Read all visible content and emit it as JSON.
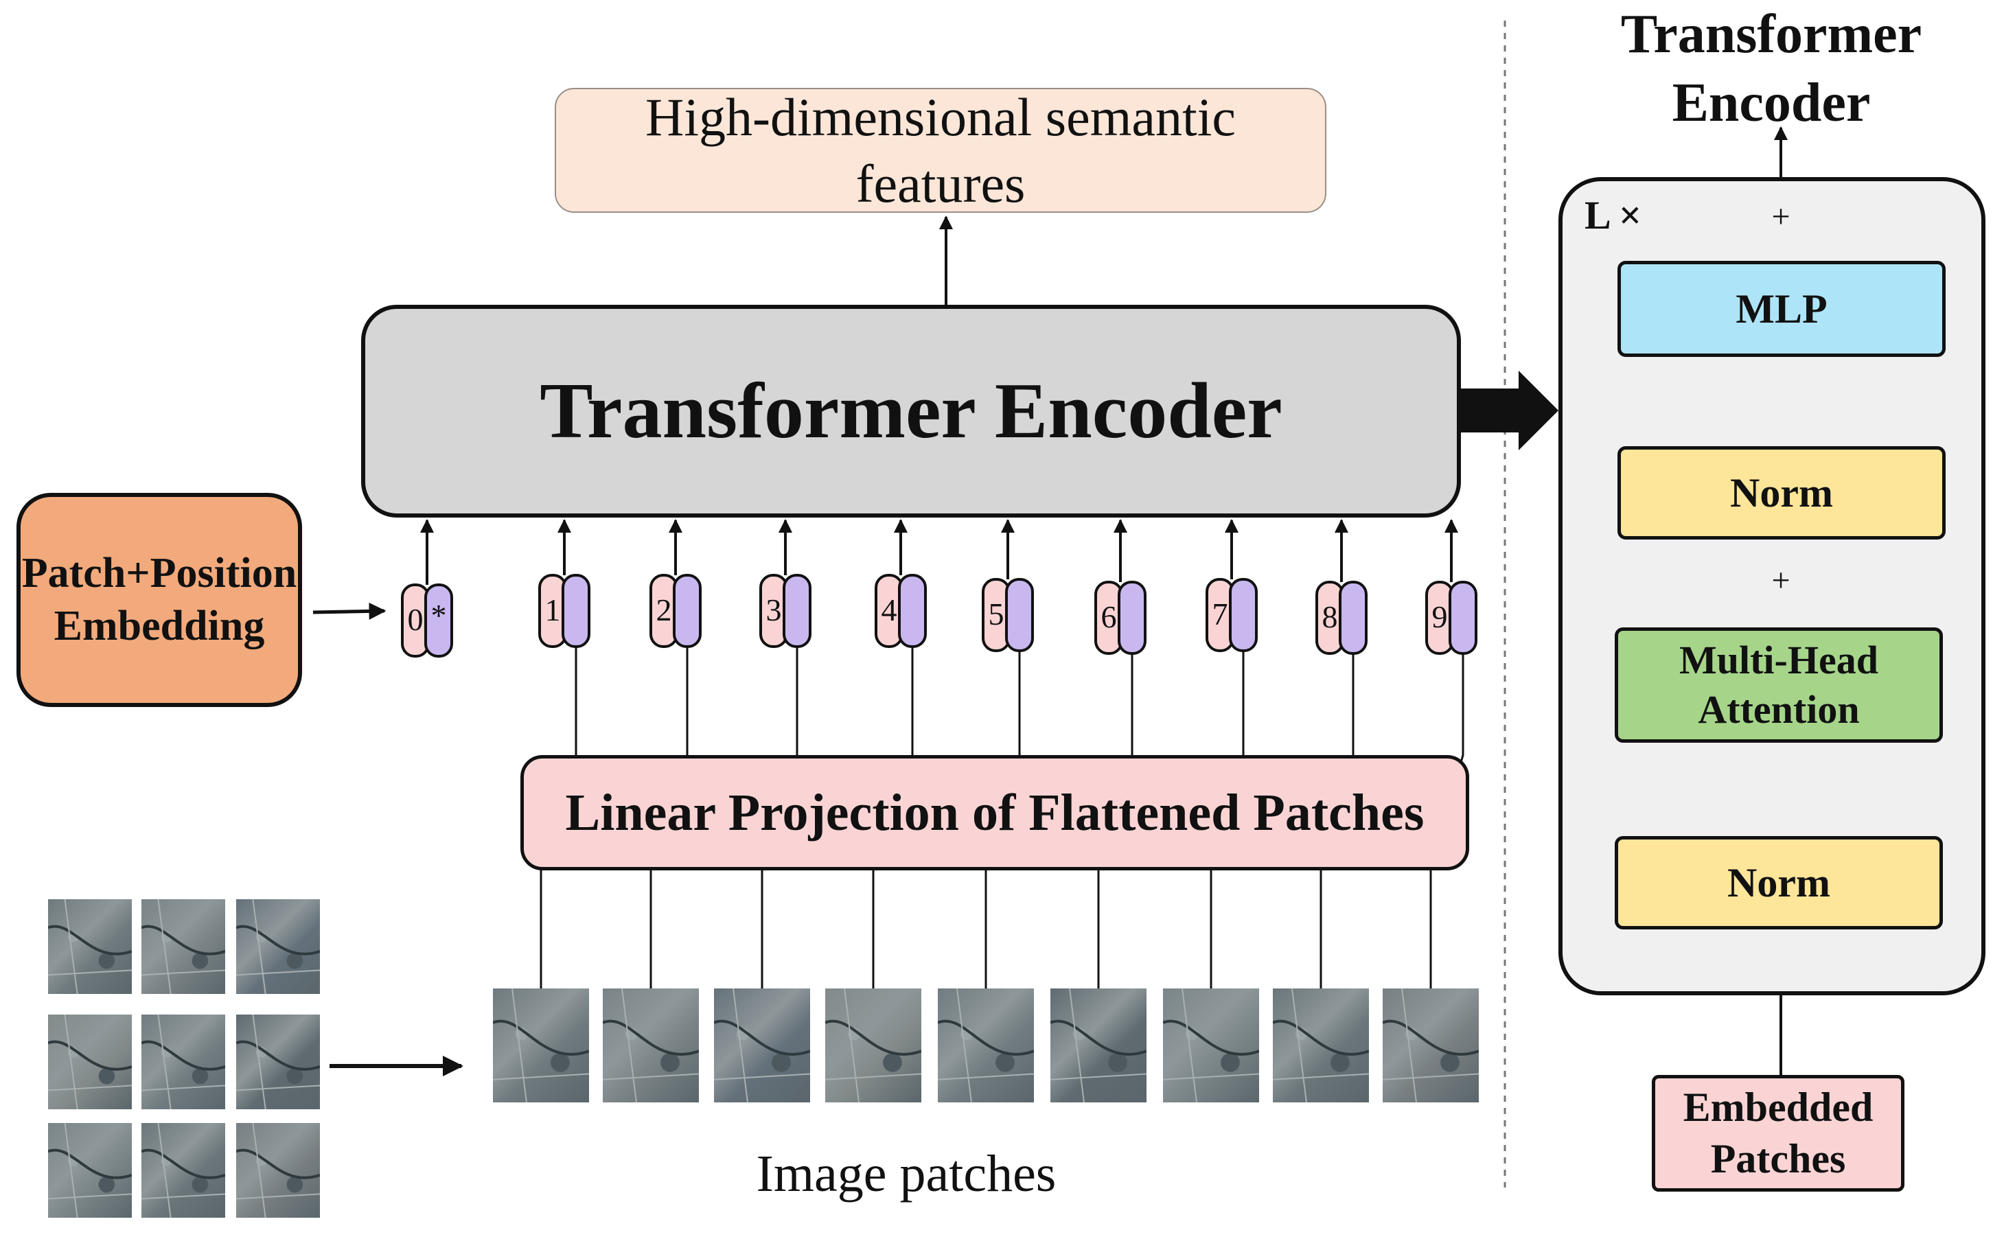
{
  "top_output": "High-dimensional semantic features",
  "encoder_label": "Transformer Encoder",
  "projection_label": "Linear Projection of Flattened Patches",
  "embedding_label": [
    "Patch+Position",
    "Embedding"
  ],
  "image_patches_label": "Image patches",
  "tokens": [
    "0",
    "1",
    "2",
    "3",
    "4",
    "5",
    "6",
    "7",
    "8",
    "9"
  ],
  "class_token_mark": "*",
  "detail": {
    "title": [
      "Transformer",
      "Encoder"
    ],
    "repeat": "L ×",
    "mlp": "MLP",
    "norm_upper": "Norm",
    "attention": [
      "Multi-Head",
      "Attention"
    ],
    "norm_lower": "Norm",
    "input": [
      "Embedded",
      "Patches"
    ],
    "add": "+"
  },
  "colors": {
    "output_fill": "#fbe6d8",
    "encoder_fill": "#d6d6d6",
    "projection_fill": "#fad4d4",
    "embedding_fill": "#f2aa7c",
    "token_pink": "#fad4d4",
    "token_purple": "#c9b8f0",
    "mlp_fill": "#aee4f8",
    "norm_fill": "#fde59a",
    "attention_fill": "#a6d58a",
    "panel_fill": "#f0f0f0",
    "satellite_tile": "#6f7a7e"
  }
}
